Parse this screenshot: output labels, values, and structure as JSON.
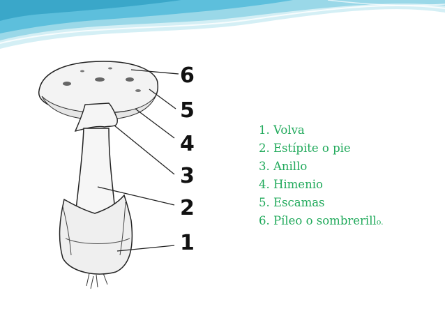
{
  "colors": {
    "accent": "#1fa95a",
    "wave_light": "#d4eff5",
    "wave_mid": "#7ccbe0",
    "wave_dark": "#3aa7c9"
  },
  "diagram": {
    "labels": [
      "6",
      "5",
      "4",
      "3",
      "2",
      "1"
    ]
  },
  "legend": {
    "items": [
      "1. Volva",
      "2. Estípite o pie",
      "3. Anillo",
      "4. Himenio",
      "5. Escamas",
      "6. Píleo o sombrerill"
    ],
    "last_tail": "o."
  }
}
